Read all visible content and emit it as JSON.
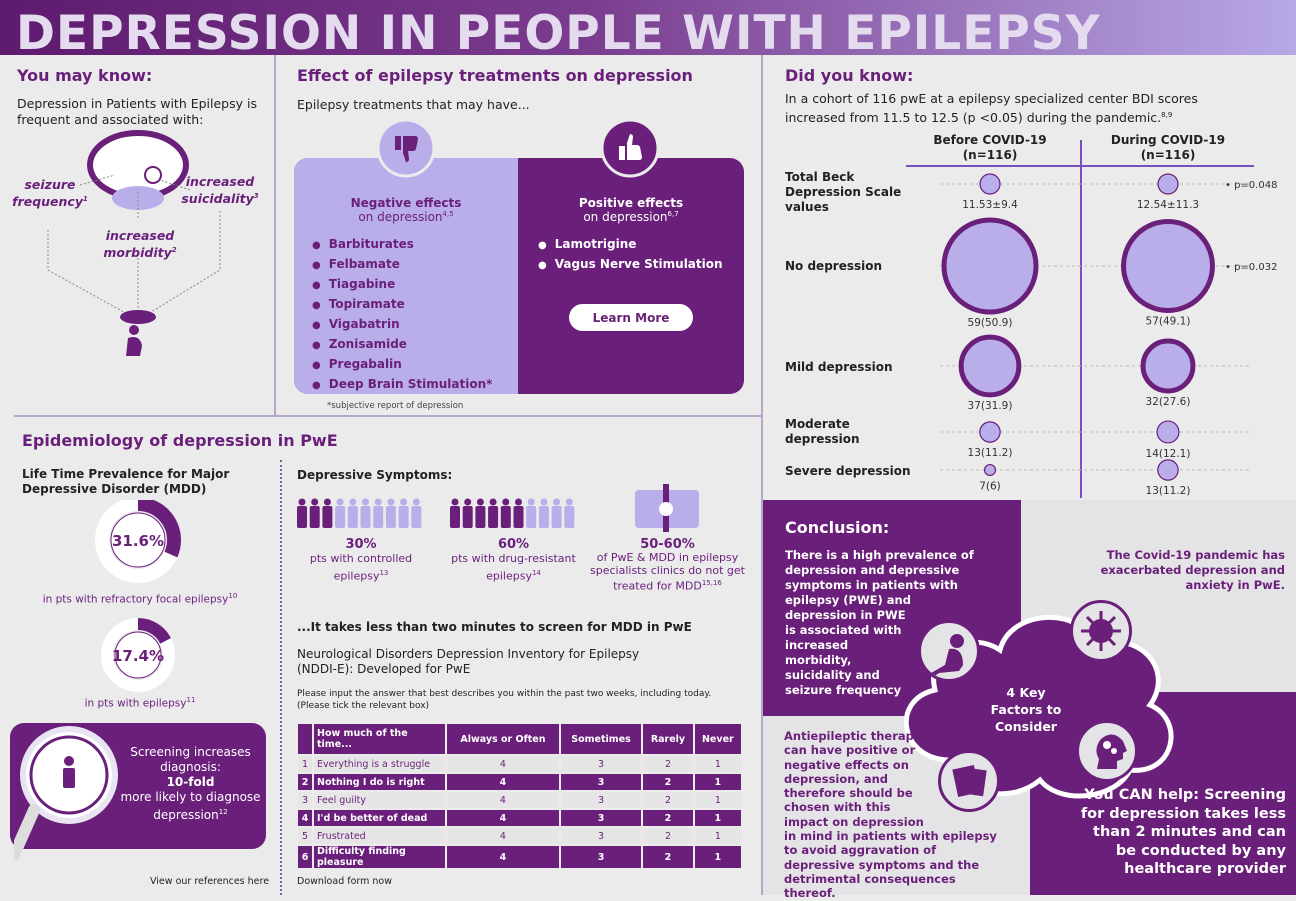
{
  "title": "DEPRESSION IN PEOPLE WITH EPILEPSY",
  "colors": {
    "primary": "#6a1f7a",
    "lavender": "#b9aee9",
    "background": "#ebebec"
  },
  "may_know": {
    "heading": "You may know:",
    "intro": "Depression in Patients with Epilepsy is frequent and associated with:",
    "items": [
      {
        "label": "seizure frequency",
        "ref": "1"
      },
      {
        "label": "increased morbidity",
        "ref": "2"
      },
      {
        "label": "increased suicidality",
        "ref": "3"
      }
    ],
    "icons": [
      "brain-icon",
      "cloud-icon",
      "sad-person-icon"
    ]
  },
  "treatments": {
    "heading": "Effect of epilepsy treatments on depression",
    "intro": "Epilepsy treatments that may have...",
    "negative": {
      "title": "Negative effects",
      "subtitle": "on depression",
      "ref": "4,5",
      "icon": "thumbs-down-icon",
      "items": [
        "Barbiturates",
        "Felbamate",
        "Tiagabine",
        "Topiramate",
        "Vigabatrin",
        "Zonisamide",
        "Pregabalin",
        "Deep Brain Stimulation*"
      ]
    },
    "positive": {
      "title": "Positive effects",
      "subtitle": "on depression",
      "ref": "6,7",
      "icon": "thumbs-up-icon",
      "items": [
        "Lamotrigine",
        "Vagus Nerve Stimulation"
      ],
      "button": "Learn More"
    },
    "footnote": "*subjective report of depression"
  },
  "did_know": {
    "heading": "Did you know:",
    "intro": "In a cohort of 116 pwE at a epilepsy specialized center BDI scores increased from 11.5 to 12.5 (p <0.05) during the pandemic.",
    "ref": "8,9"
  },
  "chart_data": {
    "type": "scatter",
    "columns": [
      "Before COVID-19 (n=116)",
      "During COVID-19 (n=116)"
    ],
    "rows": [
      "Total Beck Depression Scale values",
      "No depression",
      "Mild depression",
      "Moderate depression",
      "Severe depression"
    ],
    "series": [
      {
        "name": "Before COVID-19 (n=116)",
        "labels": [
          "11.53±9.4",
          "59(50.9)",
          "37(31.9)",
          "13(11.2)",
          "7(6)"
        ],
        "values": [
          11.53,
          59,
          37,
          13,
          7
        ],
        "percent": [
          null,
          50.9,
          31.9,
          11.2,
          6
        ]
      },
      {
        "name": "During COVID-19 (n=116)",
        "labels": [
          "12.54±11.3",
          "57(49.1)",
          "32(27.6)",
          "14(12.1)",
          "13(11.2)"
        ],
        "values": [
          12.54,
          57,
          32,
          14,
          13
        ],
        "percent": [
          null,
          49.1,
          27.6,
          12.1,
          11.2
        ]
      }
    ],
    "p_values": [
      "p=0.048",
      "p=0.032",
      null,
      null,
      null
    ]
  },
  "epi": {
    "heading": "Epidemiology of depression in PwE",
    "mdd_title": "Life Time Prevalence for Major Depressive Disorder (MDD)",
    "donuts": [
      {
        "value": 31.6,
        "label": "31.6%",
        "caption": "in pts with refractory focal epilepsy",
        "ref": "10"
      },
      {
        "value": 17.4,
        "label": "17.4%",
        "caption": "in pts with epilepsy",
        "ref": "11"
      }
    ],
    "screening": {
      "line1": "Screening increases diagnosis:",
      "bold": "10-fold",
      "line2": "more likely to diagnose depression",
      "ref": "12",
      "icon": "magnifier-person-icon"
    },
    "references_link": "View our references here"
  },
  "symptoms": {
    "heading": "Depressive Symptoms:",
    "stats": [
      {
        "value": "30%",
        "filled": 3,
        "total": 10,
        "text": "pts with controlled epilepsy",
        "ref": "13"
      },
      {
        "value": "60%",
        "filled": 6,
        "total": 10,
        "text": "pts with drug-resistant epilepsy",
        "ref": "14"
      },
      {
        "value": "50-60%",
        "text": "of PwE & MDD in epilepsy specialists clinics do not get treated for MDD",
        "ref": "15,16",
        "icon": "medical-kit-icon"
      }
    ]
  },
  "screen": {
    "lead": "...It takes less than two minutes to screen for MDD in PwE",
    "nddi": "Neurological Disorders Depression Inventory for Epilepsy (NDDI-E): Developed for PwE",
    "instructions": "Please input the answer that best describes you within the past two weeks, including today. (Please tick the relevant box)",
    "headers": [
      "",
      "How much of the time...",
      "Always or Often",
      "Sometimes",
      "Rarely",
      "Never"
    ],
    "rows": [
      [
        "1",
        "Everything is a struggle",
        "4",
        "3",
        "2",
        "1"
      ],
      [
        "2",
        "Nothing I do is right",
        "4",
        "3",
        "2",
        "1"
      ],
      [
        "3",
        "Feel guilty",
        "4",
        "3",
        "2",
        "1"
      ],
      [
        "4",
        "I'd be better of dead",
        "4",
        "3",
        "2",
        "1"
      ],
      [
        "5",
        "Frustrated",
        "4",
        "3",
        "2",
        "1"
      ],
      [
        "6",
        "Difficulty finding pleasure",
        "4",
        "3",
        "2",
        "1"
      ]
    ],
    "download": "Download form now"
  },
  "conclusion": {
    "heading": "Conclusion:",
    "q1": "There is a high prevalence of depression and depressive symptoms in patients with epilepsy (PWE) and depression in PWE is associated with increased morbidity, suicidality and seizure frequency",
    "q2": "The Covid-19 pandemic has exacerbated depression and anxiety in PwE.",
    "q3": "Antiepileptic therapies can have positive or negative effects on depression, and therefore should be chosen with this impact on depression in mind in patients with epilepsy to avoid aggravation of depressive symptoms and the detrimental consequences thereof.",
    "q4": "You CAN help: Screening for depression takes less than 2 minutes and can be conducted by any healthcare provider",
    "center": "4 Key Factors to Consider",
    "icons": [
      "sad-person-icon",
      "virus-icon",
      "documents-icon",
      "head-gears-icon"
    ]
  }
}
